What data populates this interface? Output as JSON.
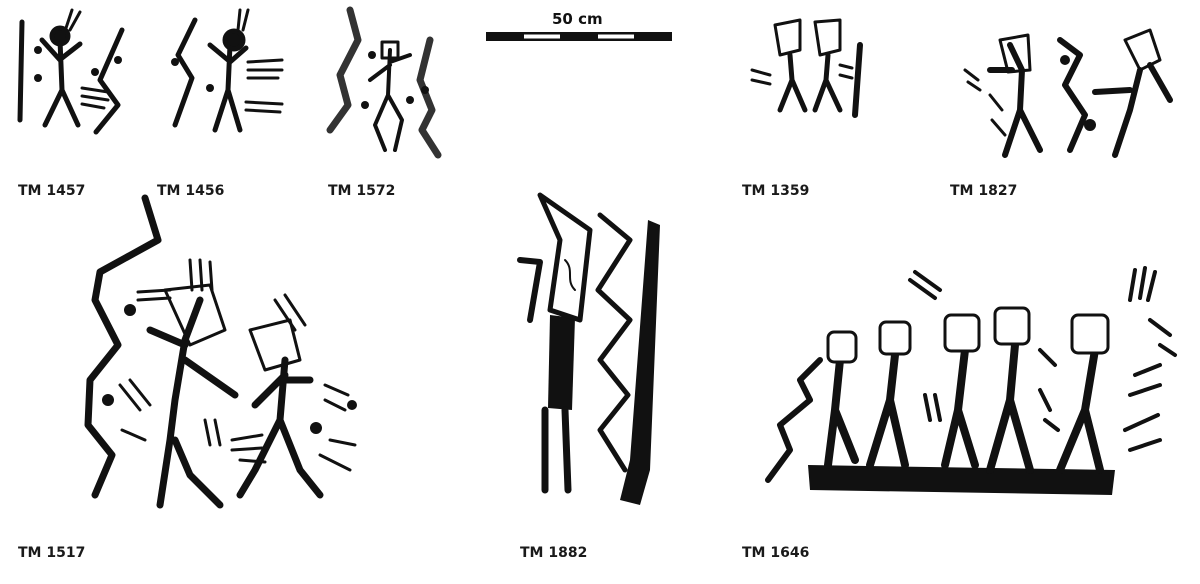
{
  "scale_bar": {
    "label": "50 cm",
    "segments": 5
  },
  "panels": [
    {
      "id": "TM 1457"
    },
    {
      "id": "TM 1456"
    },
    {
      "id": "TM 1572"
    },
    {
      "id": "TM 1359"
    },
    {
      "id": "TM 1827"
    },
    {
      "id": "TM 1517"
    },
    {
      "id": "TM 1882"
    },
    {
      "id": "TM 1646"
    }
  ],
  "colors": {
    "ink": "#111111",
    "background": "#ffffff"
  }
}
